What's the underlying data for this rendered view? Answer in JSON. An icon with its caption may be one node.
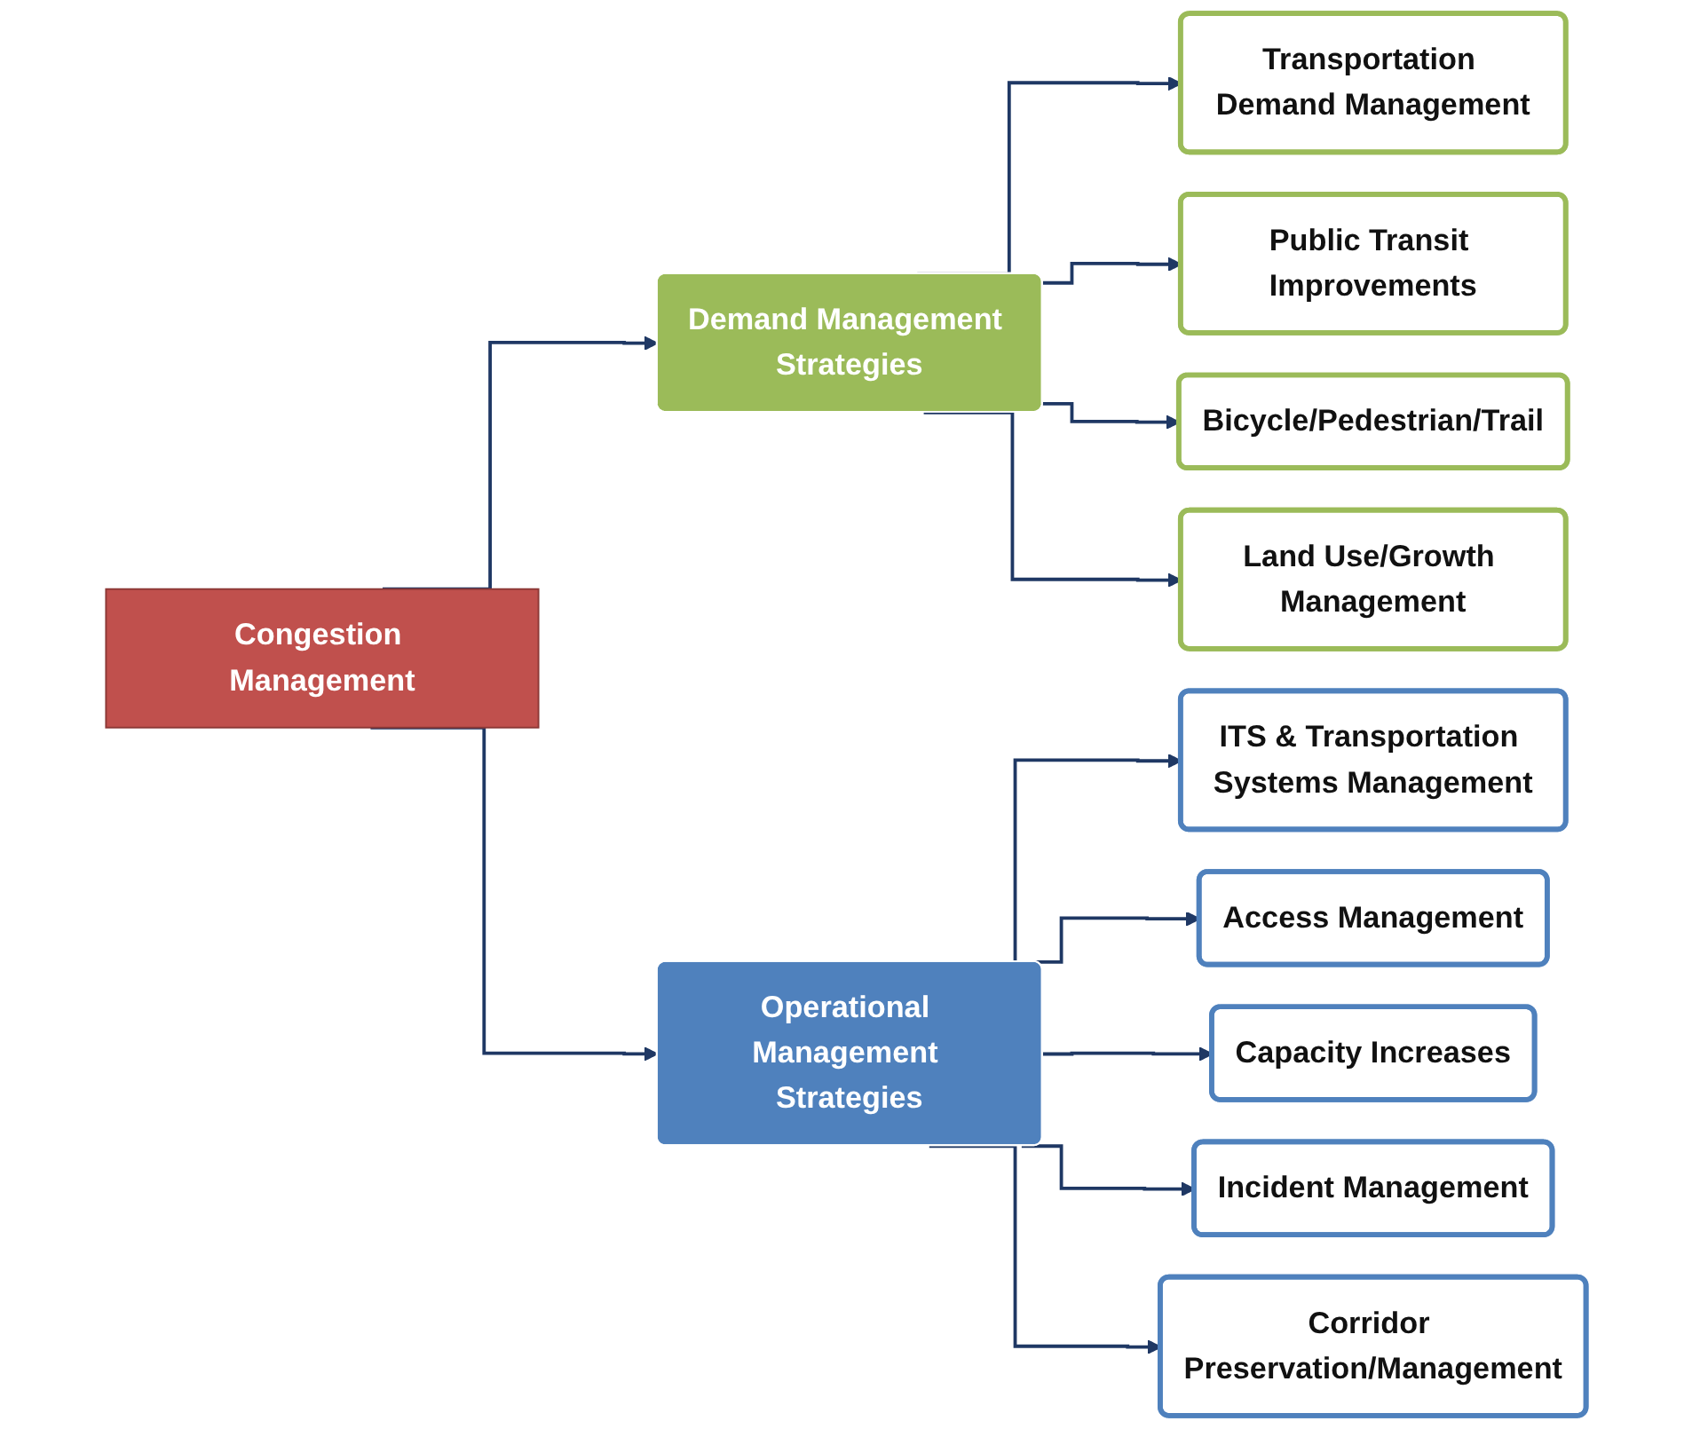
{
  "diagram": {
    "nodes": [
      {
        "text": [
          "Congestion Management"
        ]
      },
      {
        "text": [
          "Demand Management Strategies"
        ]
      },
      {
        "text": [
          "Operational Management Strategies"
        ]
      },
      {
        "text": [
          "Transportation Demand Management"
        ]
      },
      {
        "text": [
          "Public Transit Improvements"
        ]
      },
      {
        "text": [
          "Bicycle/Pedestrian/Trail"
        ]
      },
      {
        "text": [
          "Land Use/Growth Management"
        ]
      },
      {
        "text": [
          "ITS & Transportation Systems Management"
        ]
      },
      {
        "text": [
          "Access Management"
        ]
      },
      {
        "text": [
          "Capacity Increases"
        ]
      },
      {
        "text": [
          "Incident Management"
        ]
      },
      {
        "text": [
          "Corridor Preservation/Management"
        ]
      }
    ],
    "edges": [
      {
        "from": 0,
        "to": 1,
        "arrow": "to"
      },
      {
        "from": 0,
        "to": 2,
        "arrow": "to"
      },
      {
        "from": 1,
        "to": 3,
        "arrow": "to"
      },
      {
        "from": 1,
        "to": 4,
        "arrow": "to"
      },
      {
        "from": 1,
        "to": 5,
        "arrow": "to"
      },
      {
        "from": 1,
        "to": 6,
        "arrow": "to"
      },
      {
        "from": 2,
        "to": 7,
        "arrow": "to"
      },
      {
        "from": 2,
        "to": 8,
        "arrow": "to"
      },
      {
        "from": 2,
        "to": 9,
        "arrow": "to"
      },
      {
        "from": 2,
        "to": 10,
        "arrow": "to"
      },
      {
        "from": 2,
        "to": 11,
        "arrow": "to"
      }
    ]
  }
}
